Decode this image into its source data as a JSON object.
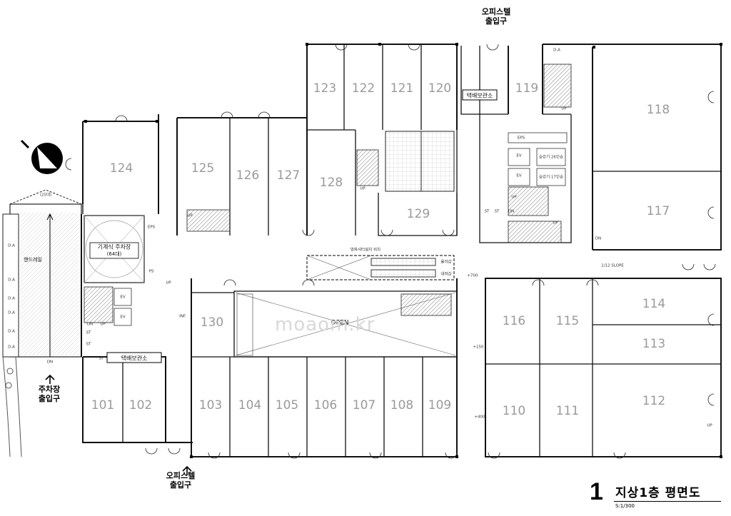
{
  "plan": {
    "title_num": "1",
    "title_text": "지상1층 평면도",
    "scale": "S:1/300",
    "watermark": "moaom.kr"
  },
  "entrances": {
    "office_top_l1": "오피스텔",
    "office_top_l2": "출입구",
    "office_bottom_l1": "오피스텔",
    "office_bottom_l2": "출입구",
    "parking_l1": "주차장",
    "parking_l2": "출입구"
  },
  "units": [
    "101",
    "102",
    "103",
    "104",
    "105",
    "106",
    "107",
    "108",
    "109",
    "110",
    "111",
    "112",
    "113",
    "114",
    "115",
    "116",
    "117",
    "118",
    "119",
    "120",
    "121",
    "122",
    "123",
    "124",
    "125",
    "126",
    "127",
    "128",
    "129",
    "130"
  ],
  "labels": {
    "open": "OPEN",
    "parcel_top": "택배보관소",
    "parcel_bottom": "택배보관소",
    "mech_parking_l1": "기계식 주차장",
    "mech_parking_l2": "(64대)",
    "parking_count": "(25대)",
    "handrail": "핸드레일",
    "shutter_note": "방화셔터설치 위치",
    "up": "UP",
    "dn": "DN",
    "da": "D.A",
    "eps": "EPS",
    "ps": "PS",
    "st": "ST",
    "ev": "EV",
    "inf": "INF.",
    "elev_26": "승강기 26인승",
    "elev_17": "승강기 17인승",
    "up_escalator": "올라감",
    "down_escalator": "내려감",
    "slope": "1/12 SLOPE",
    "lvl_700": "+700",
    "lvl_150": "+150",
    "lvl_400": "+400"
  }
}
